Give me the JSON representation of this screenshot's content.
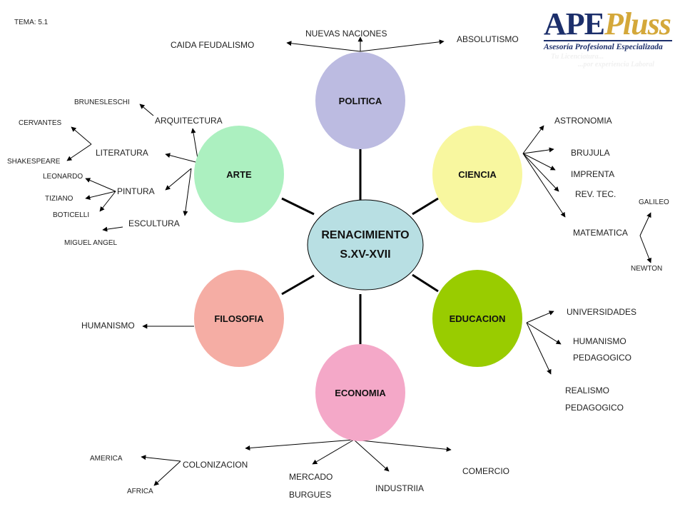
{
  "header": {
    "tema": "TEMA: 5.1"
  },
  "logo": {
    "brand_part1": "APE",
    "brand_part2": "Pluss",
    "subtitle": "Asesoría Profesional Especializada",
    "tagline_1": "Tu Licenciatura...",
    "tagline_2": "...por experiencia Laboral"
  },
  "colors": {
    "politica": "#bcbbe1",
    "ciencia": "#f8f79f",
    "educacion": "#99cc00",
    "economia": "#f4a8c8",
    "filosofia": "#f5ada4",
    "arte": "#acf0c0",
    "center": "#b8dfe3",
    "connector": "#000000"
  },
  "center": {
    "line1": "RENACIMIENTO",
    "line2": "S.XV-XVII"
  },
  "nodes": {
    "politica": "POLITICA",
    "ciencia": "CIENCIA",
    "educacion": "EDUCACION",
    "economia": "ECONOMIA",
    "filosofia": "FILOSOFIA",
    "arte": "ARTE"
  },
  "politica": {
    "nuevas_naciones": "NUEVAS NACIONES",
    "caida_feudalismo": "CAIDA FEUDALISMO",
    "absolutismo": "ABSOLUTISMO"
  },
  "ciencia": {
    "astronomia": "ASTRONOMIA",
    "brujula": "BRUJULA",
    "imprenta": "IMPRENTA",
    "rev_tec": "REV. TEC.",
    "matematica": "MATEMATICA",
    "galileo": "GALILEO",
    "newton": "NEWTON"
  },
  "educacion": {
    "universidades": "UNIVERSIDADES",
    "humanismo_1": "HUMANISMO",
    "humanismo_2": "PEDAGOGICO",
    "realismo_1": "REALISMO",
    "realismo_2": "PEDAGOGICO"
  },
  "economia": {
    "colonizacion": "COLONIZACION",
    "america": "AMERICA",
    "africa": "AFRICA",
    "mercado_1": "MERCADO",
    "mercado_2": "BURGUES",
    "industria": "INDUSTRIIA",
    "comercio": "COMERCIO"
  },
  "filosofia": {
    "humanismo": "HUMANISMO"
  },
  "arte": {
    "arquitectura": "ARQUITECTURA",
    "literatura": "LITERATURA",
    "pintura": "PINTURA",
    "escultura": "ESCULTURA",
    "brunesleschi": "BRUNESLESCHI",
    "cervantes": "CERVANTES",
    "shakespeare": "SHAKESPEARE",
    "leonardo": "LEONARDO",
    "tiziano": "TIZIANO",
    "boticelli": "BOTICELLI",
    "miguel_angel": "MIGUEL ANGEL"
  }
}
